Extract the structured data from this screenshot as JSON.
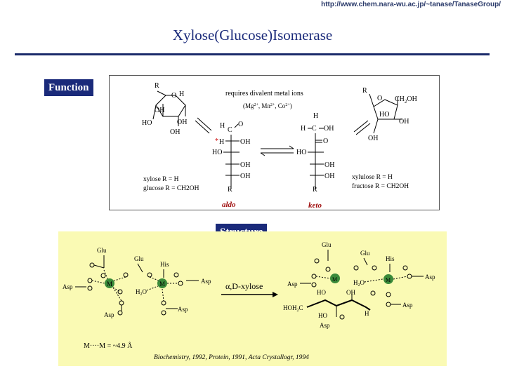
{
  "header": {
    "url": "http://www.chem.nara-wu.ac.jp/~tanase/TanaseGroup/",
    "title": "Xylose(Glucose)Isomerase"
  },
  "function": {
    "label": "Function",
    "metals_note": "requires divalent metal ions",
    "aldo_label": "aldo",
    "keto_label": "keto",
    "xylose_line": "xylose  R = H",
    "glucose_line": "glucose R = CH2OH",
    "xylulose_line": "xylulose R = H",
    "fructose_line": "fructose R = CH2OH"
  },
  "structure": {
    "label": "Structure",
    "arrow_label": "α,D-xylose",
    "distance": "M····M = ~4.9 Å",
    "citation": "Biochemistry, 1992, Protein, 1991, Acta Crystallogr, 1994"
  },
  "colors": {
    "title": "#1a2a7a",
    "label_bg": "#1a2a7a",
    "structure_bg": "#fafab4",
    "metal": "#3a8a3a",
    "aldo_keto": "#a01010"
  }
}
